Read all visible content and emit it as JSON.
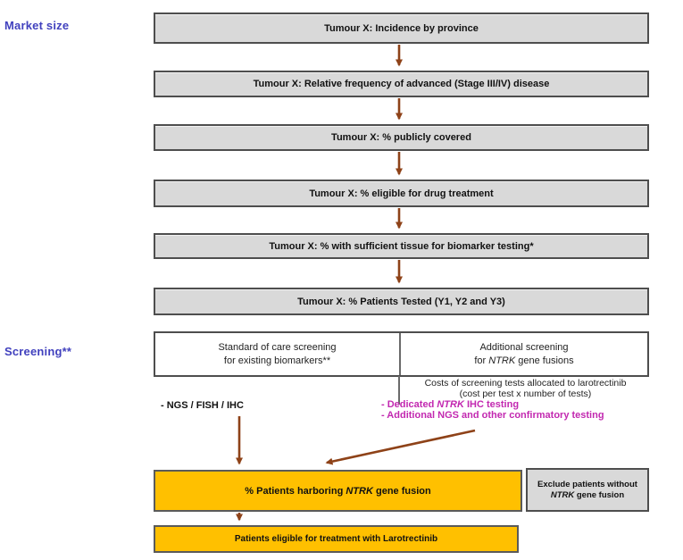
{
  "labels": {
    "market_size": "Market size",
    "screening": "Screening**"
  },
  "funnel": {
    "boxes": [
      "Tumour X: Incidence by province",
      "Tumour X: Relative frequency of advanced (Stage III/IV) disease",
      "Tumour X:  % publicly covered",
      "Tumour X:  % eligible for drug treatment",
      "Tumour X:  % with sufficient tissue for biomarker testing*",
      "Tumour X:  % Patients Tested (Y1, Y2 and Y3)"
    ]
  },
  "screening_table": {
    "left": {
      "line1": "Standard of care screening",
      "line2": "for existing biomarkers**"
    },
    "right": {
      "line1": "Additional screening",
      "line2_pre": "for ",
      "line2_italic": "NTRK",
      "line2_post": " gene fusions"
    }
  },
  "notes": {
    "costs_line1": "Costs of screening tests allocated to larotrectinib",
    "costs_line2": "(cost per test x number of tests)",
    "magenta1_pre": "- Dedicated ",
    "magenta1_italic": "NTRK",
    "magenta1_post": " IHC testing",
    "magenta2": "- Additional NGS and other confirmatory testing",
    "soc_tests": "- NGS / FISH / IHC"
  },
  "results": {
    "harboring_pre": "% Patients harboring ",
    "harboring_italic": "NTRK",
    "harboring_post": " gene fusion",
    "exclude_pre": "Exclude patients without ",
    "exclude_italic": "NTRK",
    "exclude_post": " gene fusion",
    "eligible": "Patients eligible for treatment with Larotrectinib"
  },
  "colors": {
    "accent": "#4141BE",
    "magenta": "#C228B0",
    "arrow": "#8E4218",
    "orange": "#FFC000",
    "box_gray": "#D9D9D9",
    "border_dark": "#4E4E4E"
  }
}
